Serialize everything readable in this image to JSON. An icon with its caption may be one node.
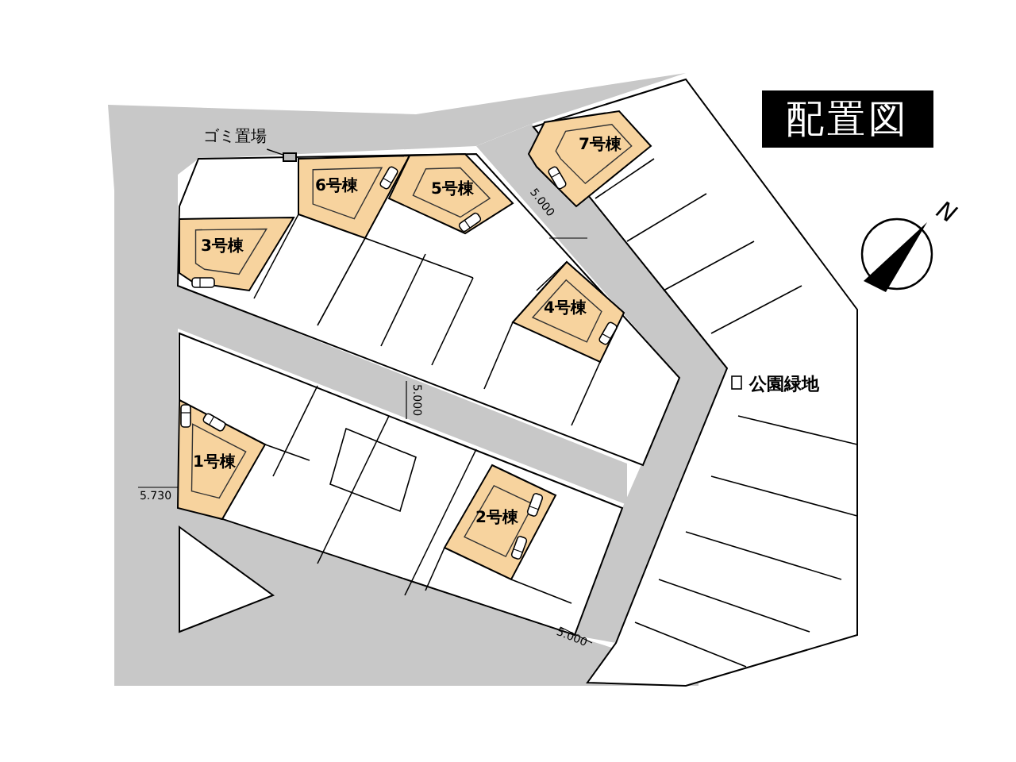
{
  "diagram": {
    "title": "配置図",
    "nodes": [
      {
        "text": [
          "6号棟"
        ]
      },
      {
        "text": [
          "5号棟"
        ]
      },
      {
        "text": [
          "7号棟"
        ]
      },
      {
        "text": [
          "3号棟"
        ]
      },
      {
        "text": [
          "4号棟"
        ]
      },
      {
        "text": [
          "1号棟"
        ]
      },
      {
        "text": [
          "2号棟"
        ]
      },
      {
        "text": [
          "ゴミ置場"
        ]
      },
      {
        "text": [],
        "shape": "box"
      }
    ],
    "edges": [
      {
        "from": 7,
        "to": 8,
        "arrow": "none"
      }
    ],
    "labels": [
      "N",
      "5.000",
      "公園緑地",
      "5.000",
      "5.730",
      "5.000"
    ]
  }
}
